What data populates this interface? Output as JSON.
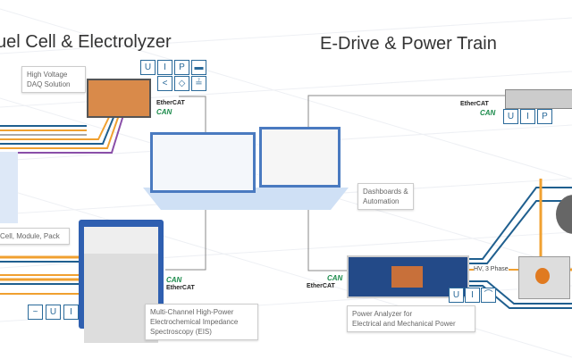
{
  "titles": {
    "left": "uel Cell & Electrolyzer",
    "right": "E-Drive & Power Train"
  },
  "labels": {
    "daq": [
      "High Voltage",
      "DAQ Solution"
    ],
    "cell": "Cell, Module, Pack",
    "eis": [
      "Multi-Channel High-Power",
      "Electrochemical Impedance",
      "Spectroscopy (EIS)"
    ],
    "dash": [
      "Dashboards &",
      "Automation"
    ],
    "power": [
      "Power Analyzer for",
      "Electrical and Mechanical Power"
    ],
    "hv": "HV, 3 Phase"
  },
  "bus": {
    "ethercat": "EtherCAT",
    "can": "CAN"
  },
  "icons": {
    "daq_row1": [
      "U",
      "I",
      "P",
      "▬"
    ],
    "daq_row2": [
      "<",
      "◇",
      "≟"
    ],
    "edrive": [
      "U",
      "I",
      "P"
    ],
    "eis": [
      "~",
      "U",
      "I"
    ],
    "power": [
      "U",
      "I",
      "⌒"
    ]
  },
  "colors": {
    "blue": "#1f5f8f",
    "orange": "#f0a030",
    "purple": "#8a4fa8",
    "gray": "#888888"
  }
}
